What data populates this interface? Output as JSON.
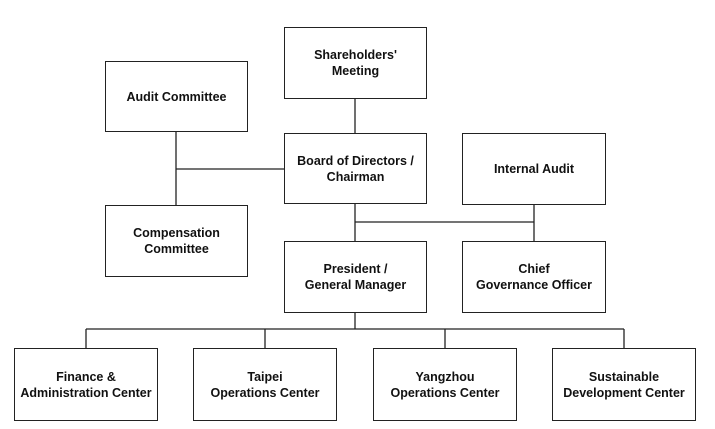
{
  "org_chart": {
    "shareholders": [
      "Shareholders'",
      "Meeting"
    ],
    "audit_committee": [
      "Audit Committee"
    ],
    "board": [
      "Board of Directors /",
      "Chairman"
    ],
    "internal_audit": [
      "Internal Audit"
    ],
    "compensation_committee": [
      "Compensation",
      "Committee"
    ],
    "president": [
      "President /",
      "General Manager"
    ],
    "chief_governance": [
      "Chief",
      "Governance Officer"
    ],
    "finance": [
      "Finance &",
      "Administration Center"
    ],
    "taipei": [
      "Taipei",
      "Operations Center"
    ],
    "yangzhou": [
      "Yangzhou",
      "Operations Center"
    ],
    "sustainable": [
      "Sustainable",
      "Development Center"
    ]
  }
}
